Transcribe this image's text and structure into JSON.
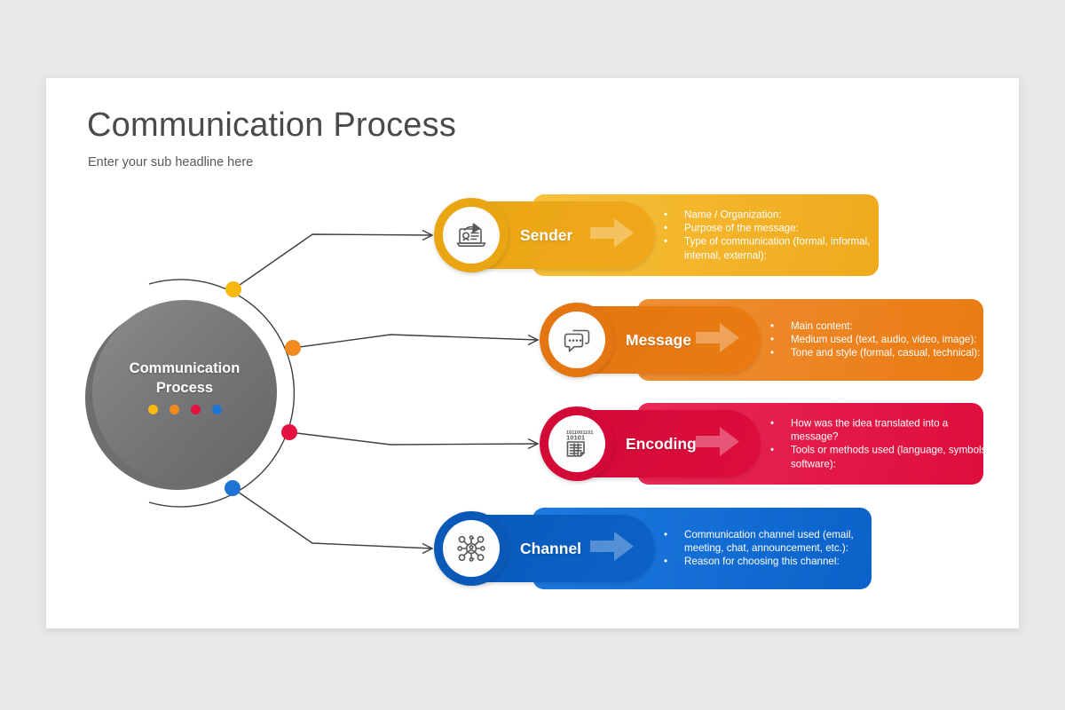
{
  "slide": {
    "title": "Communication Process",
    "subtitle": "Enter your sub headline here"
  },
  "hub": {
    "line1": "Communication",
    "line2": "Process",
    "dot_colors": [
      "#f9b711",
      "#f28b1d",
      "#e3123f",
      "#1f73d4"
    ]
  },
  "colors": {
    "background": "#e9e8e9",
    "card": "#ffffff",
    "title": "#4a4a4a",
    "connector": "#3f3f3f",
    "hub_gray_dark": "#636466",
    "hub_gray_light": "#8b8c8e"
  },
  "rows": [
    {
      "key": "sender",
      "label": "Sender",
      "icon": "sender-laptop-share-icon",
      "color": "#f0a91d",
      "color_dark": "#e9a512",
      "panel_color": "#f6c13a",
      "node_color": "#f9b711",
      "bullets": [
        "Name / Organization:",
        "Purpose of the message:",
        "Type of communication (formal, informal, internal, external):"
      ]
    },
    {
      "key": "message",
      "label": "Message",
      "icon": "speech-bubbles-icon",
      "color": "#ea7b13",
      "color_dark": "#e37610",
      "panel_color": "#ef8f33",
      "node_color": "#f28b1d",
      "bullets": [
        "Main content:",
        "Medium used (text, audio, video, image):",
        "Tone and style (formal, casual, technical):"
      ]
    },
    {
      "key": "encoding",
      "label": "Encoding",
      "icon": "binary-document-icon",
      "color": "#dd0d3c",
      "color_dark": "#d30a37",
      "panel_color": "#ea2a56",
      "node_color": "#e3123f",
      "bullets": [
        "How was the idea translated into a message?",
        "Tools or methods used (language, symbols, software):"
      ]
    },
    {
      "key": "channel",
      "label": "Channel",
      "icon": "network-hub-icon",
      "color": "#0b62c9",
      "color_dark": "#0a59b8",
      "panel_color": "#1d7ae0",
      "node_color": "#1f73d4",
      "bullets": [
        "Communication channel used (email, meeting, chat, announcement, etc.):",
        "Reason for choosing this channel:"
      ]
    }
  ]
}
